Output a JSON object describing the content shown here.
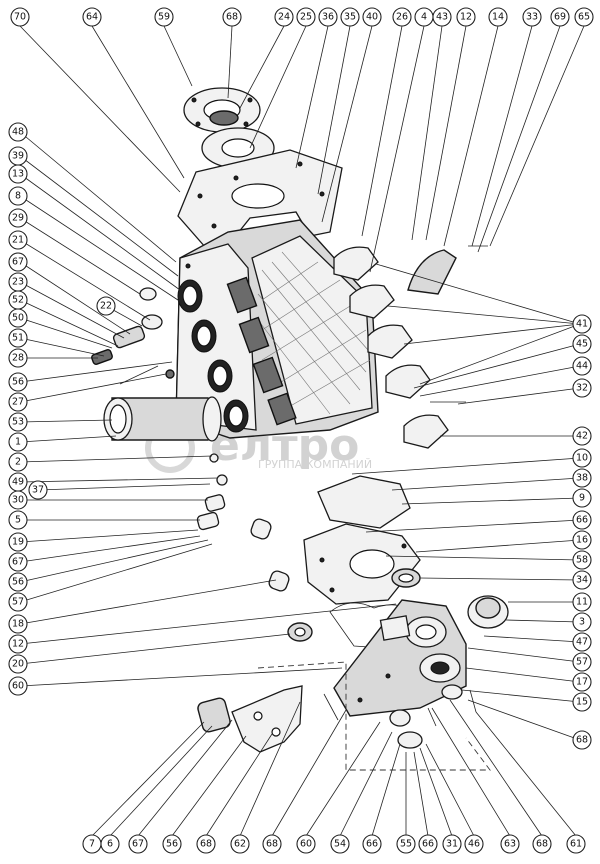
{
  "watermark": {
    "brand": "елтро",
    "tagline": "ГРУППА КОМПАНИЙ"
  },
  "callouts": {
    "top": [
      "70",
      "64",
      "59",
      "68",
      "24",
      "25",
      "36",
      "35",
      "40",
      "26",
      "4",
      "43",
      "12",
      "14",
      "33",
      "69",
      "65"
    ],
    "left": [
      "48",
      "39",
      "13",
      "8",
      "29",
      "21",
      "67",
      "23",
      "52",
      "50",
      "51",
      "28",
      "56",
      "27",
      "53",
      "1",
      "2",
      "49",
      "30",
      "5",
      "19",
      "67",
      "56",
      "57",
      "18",
      "12",
      "20",
      "60"
    ],
    "right": [
      "41",
      "45",
      "44",
      "32",
      "42",
      "10",
      "38",
      "9",
      "66",
      "16",
      "58",
      "34",
      "11",
      "3",
      "47",
      "57",
      "17",
      "15",
      "68"
    ],
    "bottom": [
      "7",
      "6",
      "67",
      "56",
      "68",
      "62",
      "68",
      "60",
      "54",
      "66",
      "55",
      "66",
      "31",
      "46",
      "63",
      "68",
      "61"
    ],
    "floating": [
      "22",
      "37"
    ]
  }
}
